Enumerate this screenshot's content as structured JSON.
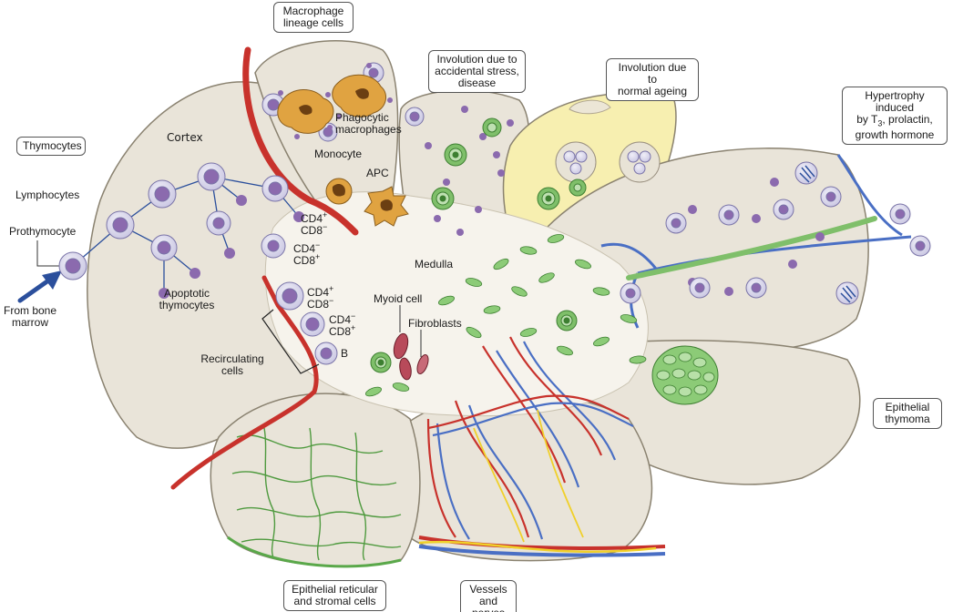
{
  "boxes": {
    "macrophage": [
      "Macrophage",
      "lineage cells"
    ],
    "involution_stress": [
      "Involution due to",
      "accidental stress,",
      "disease"
    ],
    "involution_ageing": [
      "Involution due to",
      "normal ageing"
    ],
    "hypertrophy": [
      "Hypertrophy induced",
      "by T",
      "3",
      ", prolactin,",
      "growth hormone"
    ],
    "thymocytes": "Thymocytes",
    "epithelial_thymoma": [
      "Epithelial",
      "thymoma"
    ],
    "epithelial_reticular": [
      "Epithelial reticular",
      "and stromal cells"
    ],
    "vessels": [
      "Vessels",
      "and nerves"
    ]
  },
  "labels": {
    "cortex": "Cortex",
    "lymphocytes": "Lymphocytes",
    "prothymocyte": "Prothymocyte",
    "bone_marrow": [
      "From bone",
      "marrow"
    ],
    "apoptotic": [
      "Apoptotic",
      "thymocytes"
    ],
    "phagocytic": [
      "Phagocytic",
      "macrophages"
    ],
    "monocyte": "Monocyte",
    "apc": "APC",
    "cd4p_cd8m_top": [
      "CD4",
      "+",
      "CD8",
      "−"
    ],
    "cd4m_cd8p_top": [
      "CD4",
      "−",
      "CD8",
      "+"
    ],
    "cd4p_cd8m_low": [
      "CD4",
      "+",
      "CD8",
      "−"
    ],
    "cd4m_cd8p_low": [
      "CD4",
      "−",
      "CD8",
      "+"
    ],
    "b": "B",
    "recirculating": [
      "Recirculating",
      "cells"
    ],
    "medulla": "Medulla",
    "myoid": "Myoid cell",
    "fibroblasts": "Fibroblasts"
  },
  "colors": {
    "lobule": "#e9e4d9",
    "lobule_stroke": "#8a8270",
    "medulla": "#f6f3ec",
    "ageing": "#f7efb0",
    "cell_fill": "#d9d6ec",
    "nucleus": "#8b6aae",
    "epithelial": "#7fbf6a",
    "artery": "#c8322c",
    "vein": "#4a6fc4",
    "nerve": "#f0d02a",
    "macrophage": "#e0a341",
    "arrow": "#2b4f9c"
  }
}
